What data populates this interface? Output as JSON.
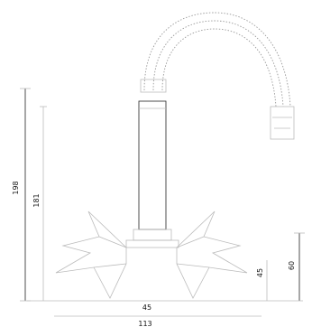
{
  "dimensions": {
    "overall_height": "198",
    "body_height": "181",
    "handle_height": "60",
    "handle_offset": "45",
    "base_width": "45",
    "overall_width": "113"
  }
}
